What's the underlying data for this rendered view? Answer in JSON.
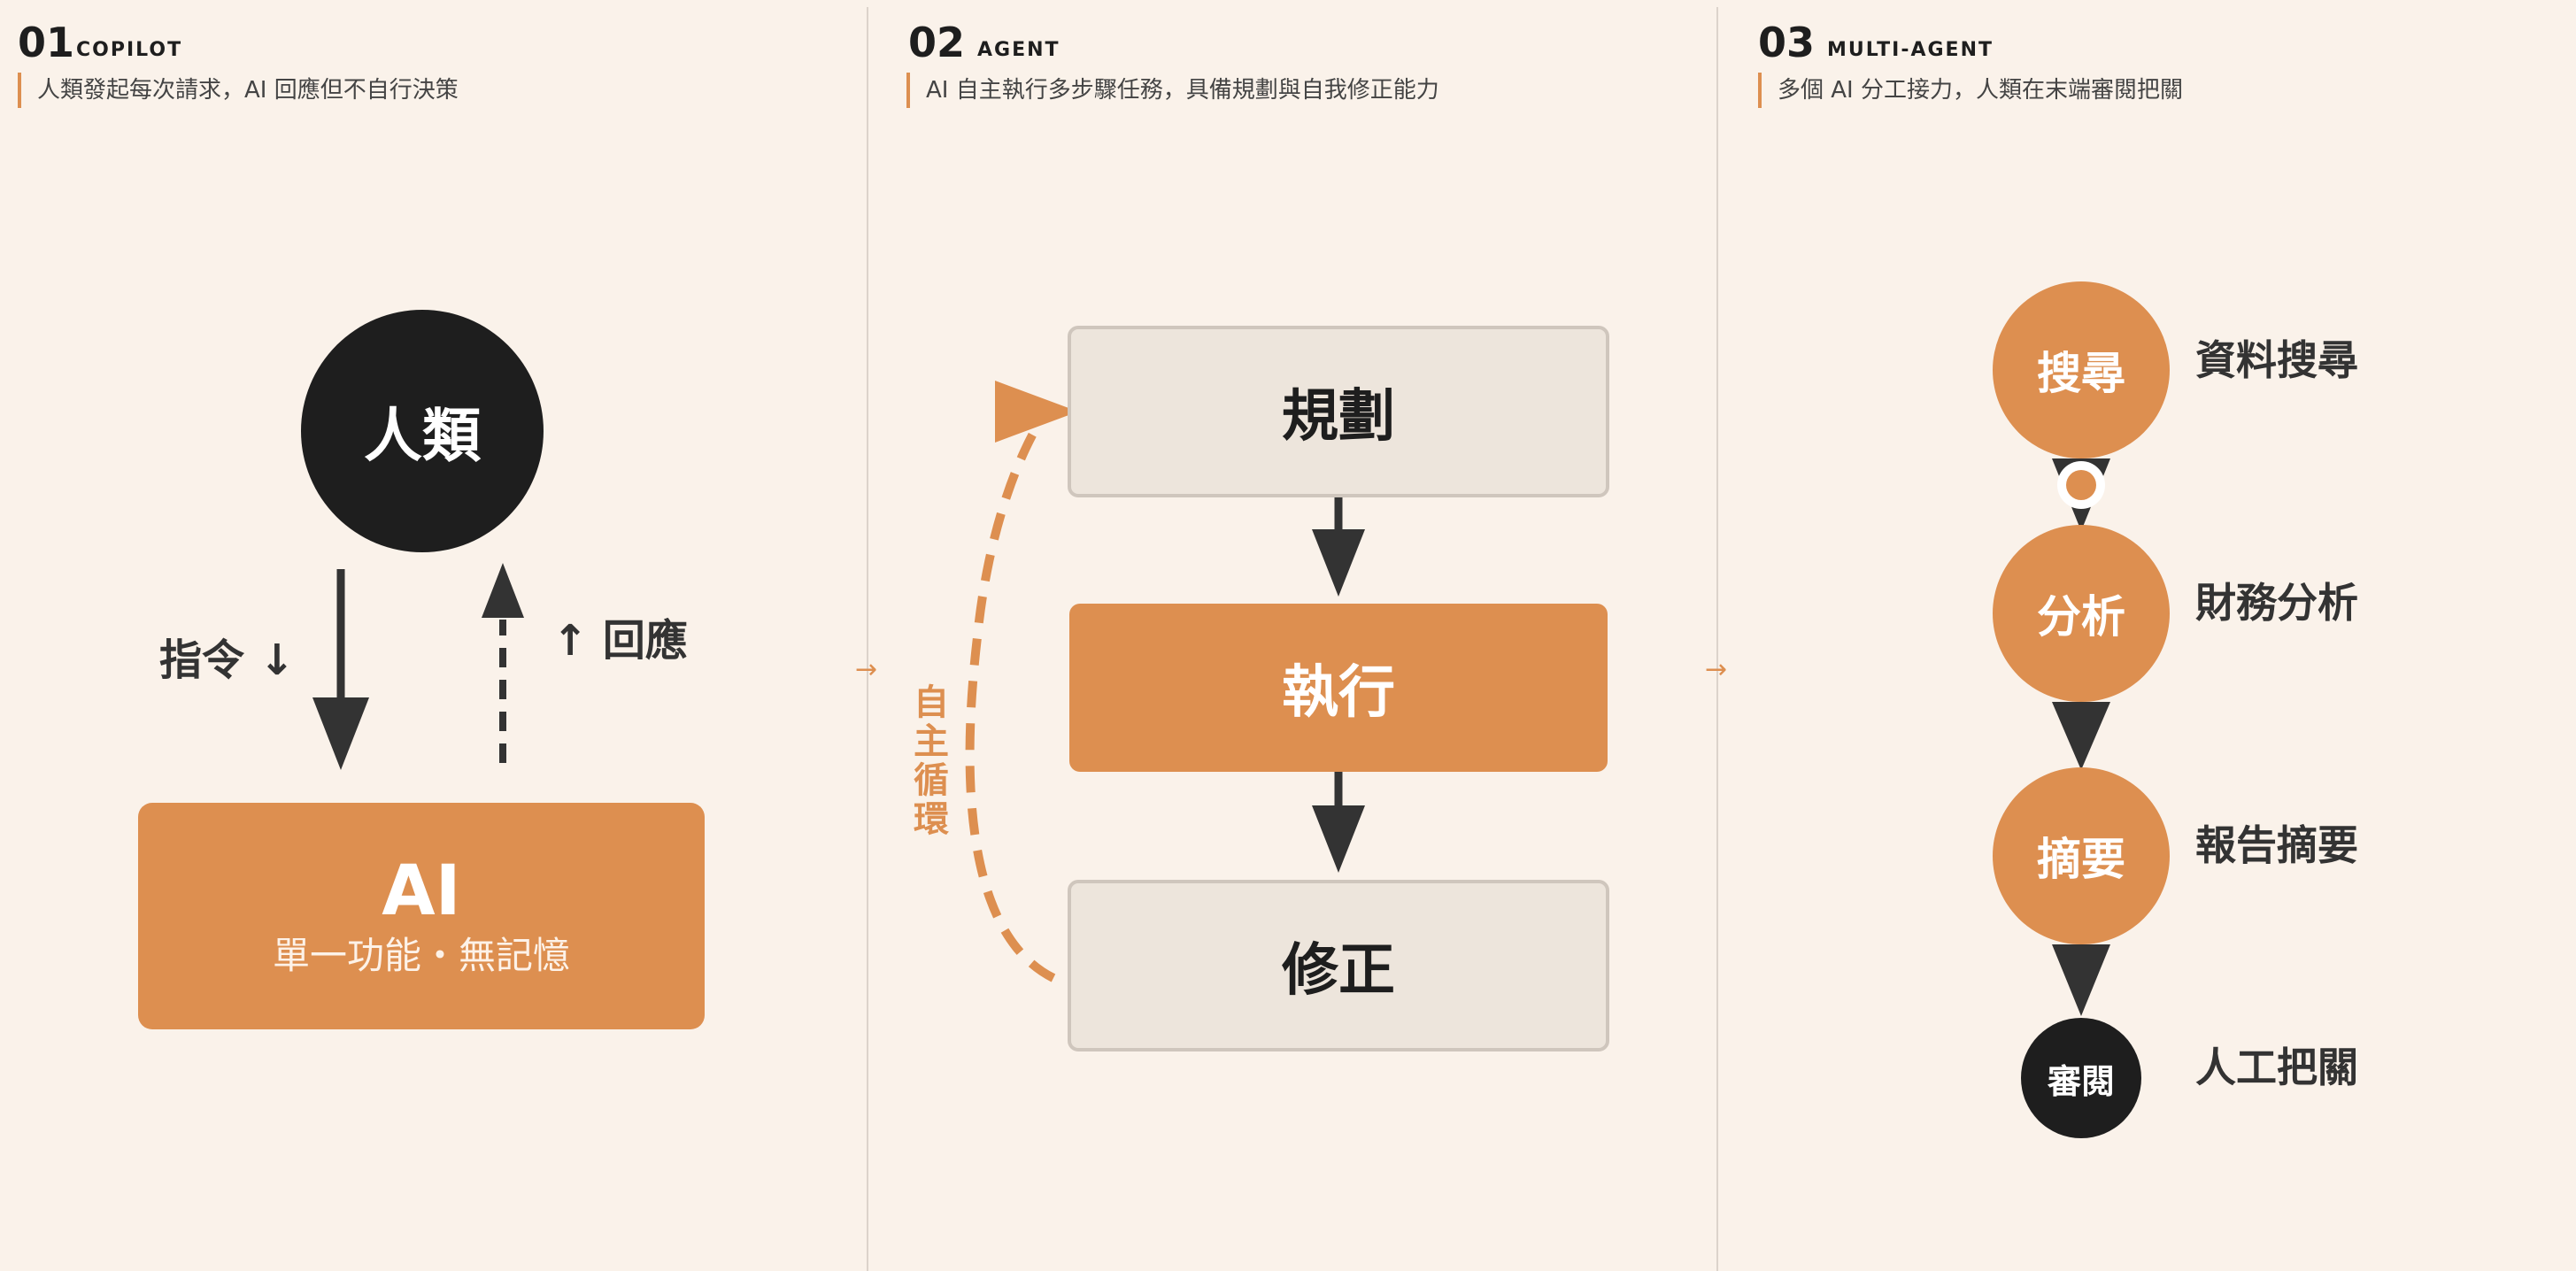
{
  "sections": [
    {
      "number": "01",
      "name": "COPILOT",
      "subtitle": "人類發起每次請求，AI 回應但不自行決策"
    },
    {
      "number": "02",
      "name": "AGENT",
      "subtitle": "AI 自主執行多步驟任務，具備規劃與自我修正能力"
    },
    {
      "number": "03",
      "name": "MULTI-AGENT",
      "subtitle": "多個 AI 分工接力，人類在末端審閱把關"
    }
  ],
  "copilot": {
    "human": "人類",
    "command": "指令 ↓",
    "response": "↑ 回應",
    "ai_title": "AI",
    "ai_subtitle": "單一功能・無記憶"
  },
  "agent": {
    "steps": [
      "規劃",
      "執行",
      "修正"
    ],
    "loop_label": [
      "自",
      "主",
      "循",
      "環"
    ]
  },
  "multi_agent": {
    "nodes": [
      {
        "label": "搜尋",
        "desc": "資料搜尋"
      },
      {
        "label": "分析",
        "desc": "財務分析"
      },
      {
        "label": "摘要",
        "desc": "報告摘要"
      },
      {
        "label": "審閱",
        "desc": "人工把關"
      }
    ]
  },
  "arrow_glyph": "→",
  "colors": {
    "background": "#faf2ea",
    "accent": "#dd8f50",
    "dark": "#1e1e1e",
    "box_neutral": "#ede5dc",
    "box_border": "#cfc6bd",
    "arrow": "#333333"
  }
}
